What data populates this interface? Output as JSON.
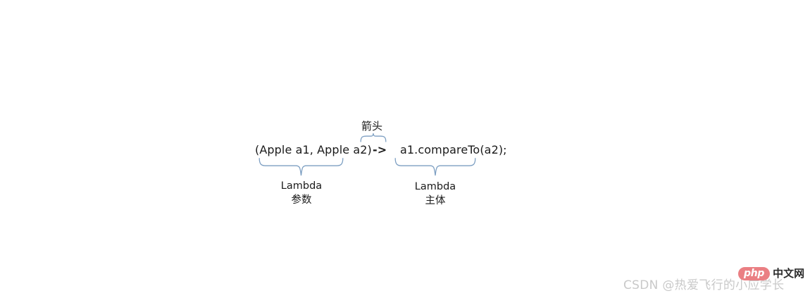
{
  "diagram": {
    "type": "annotated-code-syntax",
    "topic": "Java Lambda expression syntax breakdown",
    "code": {
      "parameters": "(Apple a1, Apple a2)",
      "arrow": "->",
      "body": "a1.compareTo(a2);"
    },
    "annotations": {
      "arrow_label": "箭头",
      "parameters_label_line1": "Lambda",
      "parameters_label_line2": "参数",
      "body_label_line1": "Lambda",
      "body_label_line2": "主体"
    },
    "colors": {
      "brace": "#7d9fc2",
      "code_text": "#1a1a1a",
      "label_text": "#1a1a1a",
      "background": "#ffffff"
    }
  },
  "watermarks": {
    "csdn": "CSDN @热爱飞行的小应学长",
    "php_badge": "php",
    "php_site": "中文网",
    "php_badge_color": "#ea7f83"
  }
}
